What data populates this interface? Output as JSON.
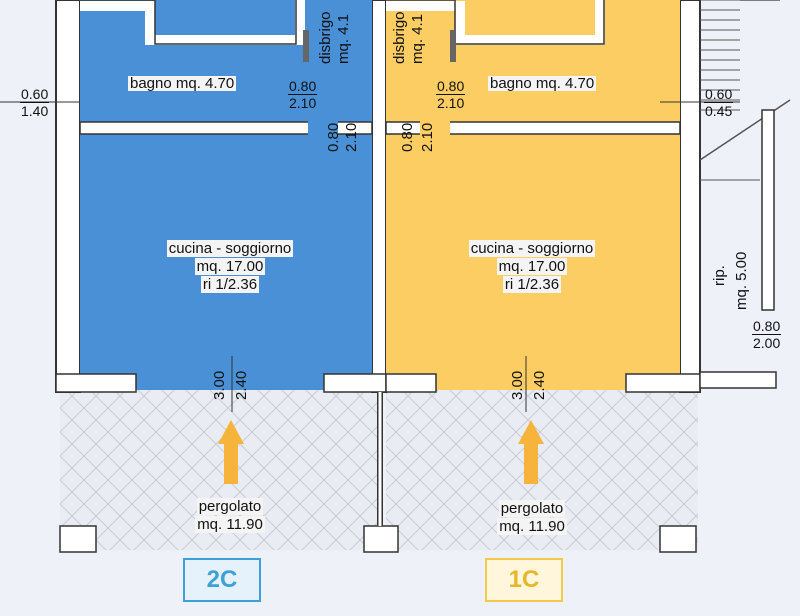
{
  "colors": {
    "unit_2c_fill": "#4a90d6",
    "unit_1c_fill": "#fbcd62",
    "wall": "#ffffff",
    "wall_line": "#333333",
    "pergola": "#e9ecf3",
    "arrow": "#f7b43c",
    "tag_2c": "#3f9fd9",
    "tag_1c": "#f2c94c"
  },
  "units": {
    "left": {
      "tag": "2C",
      "disimpegno_label": "disbrigo",
      "disimpegno_area": "mq. 4.1",
      "bagno": "bagno mq. 4.70",
      "door_bagno_w": "0.80",
      "door_bagno_h": "2.10",
      "door_cucina_w": "0.80",
      "door_cucina_h": "2.10",
      "cucina_line1": "cucina - soggiorno",
      "cucina_line2": "mq. 17.00",
      "cucina_line3": "ri 1/2.36",
      "window_h": "3.00",
      "window_w": "2.40",
      "pergolato_label": "pergolato",
      "pergolato_area": "mq. 11.90",
      "window_bagno_w": "0.60",
      "window_bagno_h": "1.40"
    },
    "right": {
      "tag": "1C",
      "disimpegno_label": "disbrigo",
      "disimpegno_area": "mq. 4.1",
      "bagno": "bagno mq. 4.70",
      "door_bagno_w": "0.80",
      "door_bagno_h": "2.10",
      "door_cucina_w": "0.80",
      "door_cucina_h": "2.10",
      "cucina_line1": "cucina - soggiorno",
      "cucina_line2": "mq. 17.00",
      "cucina_line3": "ri 1/2.36",
      "window_h": "3.00",
      "window_w": "2.40",
      "pergolato_label": "pergolato",
      "pergolato_area": "mq. 11.90",
      "window_bagno_w": "0.60",
      "window_bagno_h": "0.45"
    }
  },
  "ripostiglio": {
    "label": "rip.",
    "area": "mq. 5.00",
    "door_w": "0.80",
    "door_h": "2.00"
  }
}
